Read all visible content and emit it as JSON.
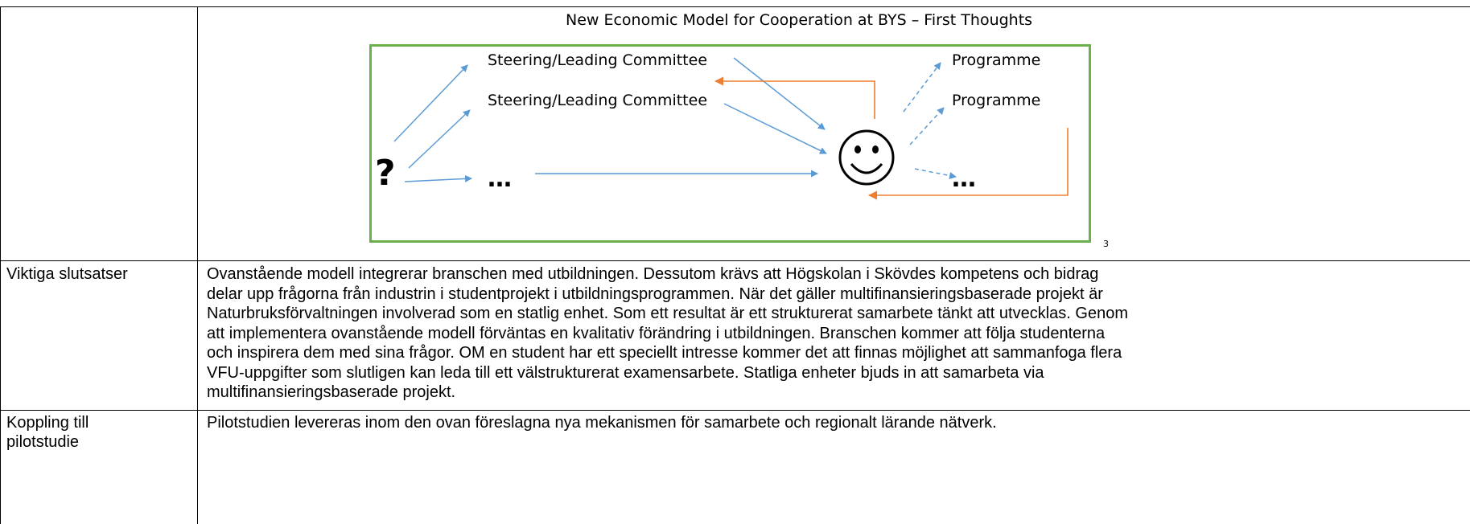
{
  "figure": {
    "title": "New Economic Model for Cooperation at BYS – First Thoughts",
    "committees": [
      "Steering/Leading Committee",
      "Steering/Leading Committee"
    ],
    "committee_ellipsis": "…",
    "programmes": [
      "Programme",
      "Programme"
    ],
    "programme_ellipsis": "…",
    "question_mark": "?",
    "footnote": "3",
    "colors": {
      "frame": "#6ab04c",
      "blue_arrow": "#5b9bd5",
      "orange_arrow": "#ed7d31"
    },
    "center_icon": "smiley-face-icon"
  },
  "rows": [
    {
      "label": "Viktiga slutsatser",
      "lines": [
        "Ovanstående modell integrerar branschen med utbildningen. Dessutom krävs att Högskolan i Skövdes kompetens och bidrag",
        "delar upp frågorna från industrin i studentprojekt i utbildningsprogrammen. När det gäller multifinansieringsbaserade projekt är",
        "Naturbruksförvaltningen involverad som en statlig enhet. Som ett resultat är ett strukturerat samarbete tänkt att utvecklas. Genom",
        "att implementera ovanstående modell förväntas en kvalitativ förändring i utbildningen. Branschen kommer att följa studenterna",
        "och inspirera dem med sina frågor. OM en student har ett speciellt intresse kommer det att finnas möjlighet att sammanfoga flera",
        "VFU-uppgifter som slutligen kan leda till ett välstrukturerat examensarbete. Statliga enheter bjuds in att samarbeta via",
        "multifinansieringsbaserade projekt."
      ]
    },
    {
      "label_lines": [
        "Koppling till",
        "pilotstudie"
      ],
      "text": "Pilotstudien levereras inom den ovan föreslagna nya mekanismen för samarbete och regionalt lärande nätverk."
    }
  ]
}
